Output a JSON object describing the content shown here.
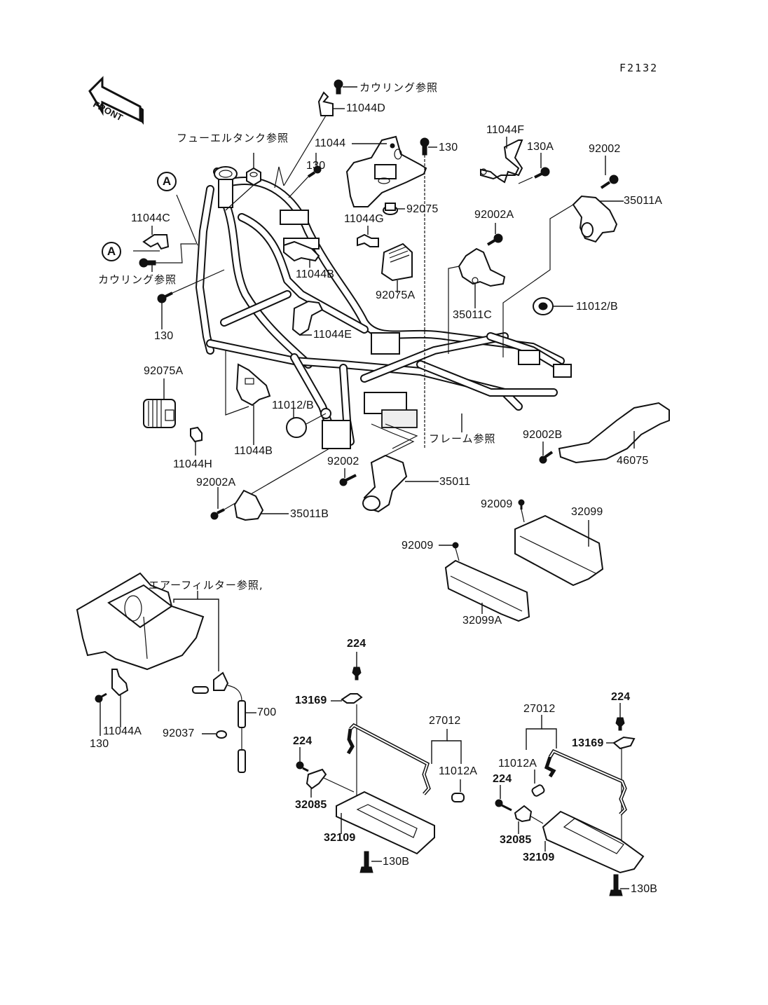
{
  "diagram": {
    "figure_code": "F2132",
    "front_indicator": "FRONT",
    "reference_marker": "A",
    "references": {
      "cowling_top": "カウリング参照",
      "cowling_left": "カウリング参照",
      "fuel_tank": "フューエルタンク参照",
      "frame": "フレーム参照",
      "air_filter": "エアーフィルター参照,"
    },
    "parts": [
      {
        "id": "p-11044D",
        "label": "11044D"
      },
      {
        "id": "p-11044",
        "label": "11044"
      },
      {
        "id": "p-130-top",
        "label": "130"
      },
      {
        "id": "p-130-mid",
        "label": "130"
      },
      {
        "id": "p-11044F",
        "label": "11044F"
      },
      {
        "id": "p-130A",
        "label": "130A"
      },
      {
        "id": "p-92002-top",
        "label": "92002"
      },
      {
        "id": "p-35011A",
        "label": "35011A"
      },
      {
        "id": "p-92075",
        "label": "92075"
      },
      {
        "id": "p-11044G",
        "label": "11044G"
      },
      {
        "id": "p-92002A-top",
        "label": "92002A"
      },
      {
        "id": "p-11044C",
        "label": "11044C"
      },
      {
        "id": "p-11044B-top",
        "label": "11044B"
      },
      {
        "id": "p-92075A-top",
        "label": "92075A"
      },
      {
        "id": "p-35011C",
        "label": "35011C"
      },
      {
        "id": "p-11012B-right",
        "label": "11012/B"
      },
      {
        "id": "p-130-left",
        "label": "130"
      },
      {
        "id": "p-11044E",
        "label": "11044E"
      },
      {
        "id": "p-92075A-left",
        "label": "92075A"
      },
      {
        "id": "p-11012B-mid",
        "label": "11012/B"
      },
      {
        "id": "p-11044B-bottom",
        "label": "11044B"
      },
      {
        "id": "p-11044H",
        "label": "11044H"
      },
      {
        "id": "p-92002-mid",
        "label": "92002"
      },
      {
        "id": "p-92002B",
        "label": "92002B"
      },
      {
        "id": "p-46075",
        "label": "46075"
      },
      {
        "id": "p-35011",
        "label": "35011"
      },
      {
        "id": "p-92002A-bottom",
        "label": "92002A"
      },
      {
        "id": "p-35011B",
        "label": "35011B"
      },
      {
        "id": "p-92009-a",
        "label": "92009"
      },
      {
        "id": "p-32099",
        "label": "32099"
      },
      {
        "id": "p-92009-b",
        "label": "92009"
      },
      {
        "id": "p-32099A",
        "label": "32099A"
      },
      {
        "id": "p-11044A",
        "label": "11044A"
      },
      {
        "id": "p-130-bottom",
        "label": "130"
      },
      {
        "id": "p-92037",
        "label": "92037"
      },
      {
        "id": "p-700",
        "label": "700"
      },
      {
        "id": "p-224-l1",
        "label": "224"
      },
      {
        "id": "p-13169-l",
        "label": "13169"
      },
      {
        "id": "p-27012-l",
        "label": "27012"
      },
      {
        "id": "p-224-l2",
        "label": "224"
      },
      {
        "id": "p-11012A-l",
        "label": "11012A"
      },
      {
        "id": "p-32085-l",
        "label": "32085"
      },
      {
        "id": "p-32109-l",
        "label": "32109"
      },
      {
        "id": "p-130B-l",
        "label": "130B"
      },
      {
        "id": "p-27012-r",
        "label": "27012"
      },
      {
        "id": "p-224-r1",
        "label": "224"
      },
      {
        "id": "p-13169-r",
        "label": "13169"
      },
      {
        "id": "p-11012A-r",
        "label": "11012A"
      },
      {
        "id": "p-224-r2",
        "label": "224"
      },
      {
        "id": "p-32085-r",
        "label": "32085"
      },
      {
        "id": "p-32109-r",
        "label": "32109"
      },
      {
        "id": "p-130B-r",
        "label": "130B"
      }
    ]
  }
}
